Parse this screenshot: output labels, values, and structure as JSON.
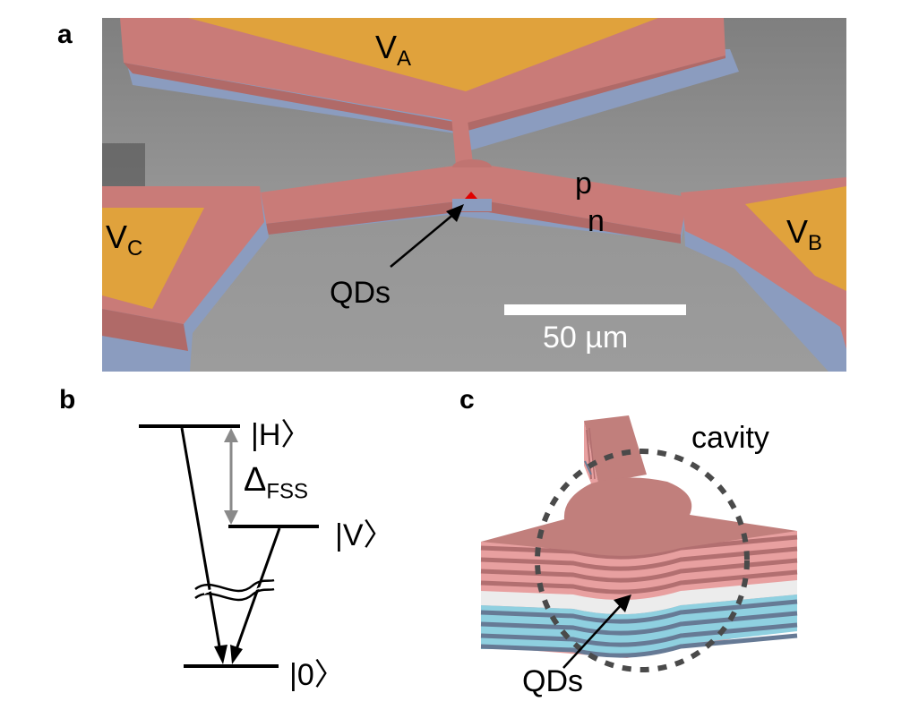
{
  "panel_a": {
    "letter": "a",
    "labels": {
      "va_main": "V",
      "va_sub": "A",
      "vb_main": "V",
      "vb_sub": "B",
      "vc_main": "V",
      "vc_sub": "C",
      "p": "p",
      "n": "n",
      "qds": "QDs"
    },
    "scale_bar": "50 µm",
    "colors": {
      "sem_background": "#8e8e8e",
      "p_layer": "#c97b78",
      "n_layer": "#8b9cbf",
      "contact": "#e0a23c",
      "qd_marker": "#e00000"
    }
  },
  "panel_b": {
    "letter": "b",
    "levels": {
      "h": "|H〉",
      "v": "|V〉",
      "zero": "|0〉"
    },
    "delta_main": "Δ",
    "delta_sub": "FSS",
    "colors": {
      "splitting_arrow": "#8a8a8a"
    }
  },
  "panel_c": {
    "letter": "c",
    "cavity": "cavity",
    "qds": "QDs",
    "colors": {
      "top_face": "#c17f7c",
      "p_dbr_light": "#e8a0a0",
      "p_dbr_dark": "#b26f70",
      "cavity_layer": "#ececec",
      "n_dbr_light": "#8fd0e0",
      "n_dbr_dark": "#667a95"
    }
  }
}
